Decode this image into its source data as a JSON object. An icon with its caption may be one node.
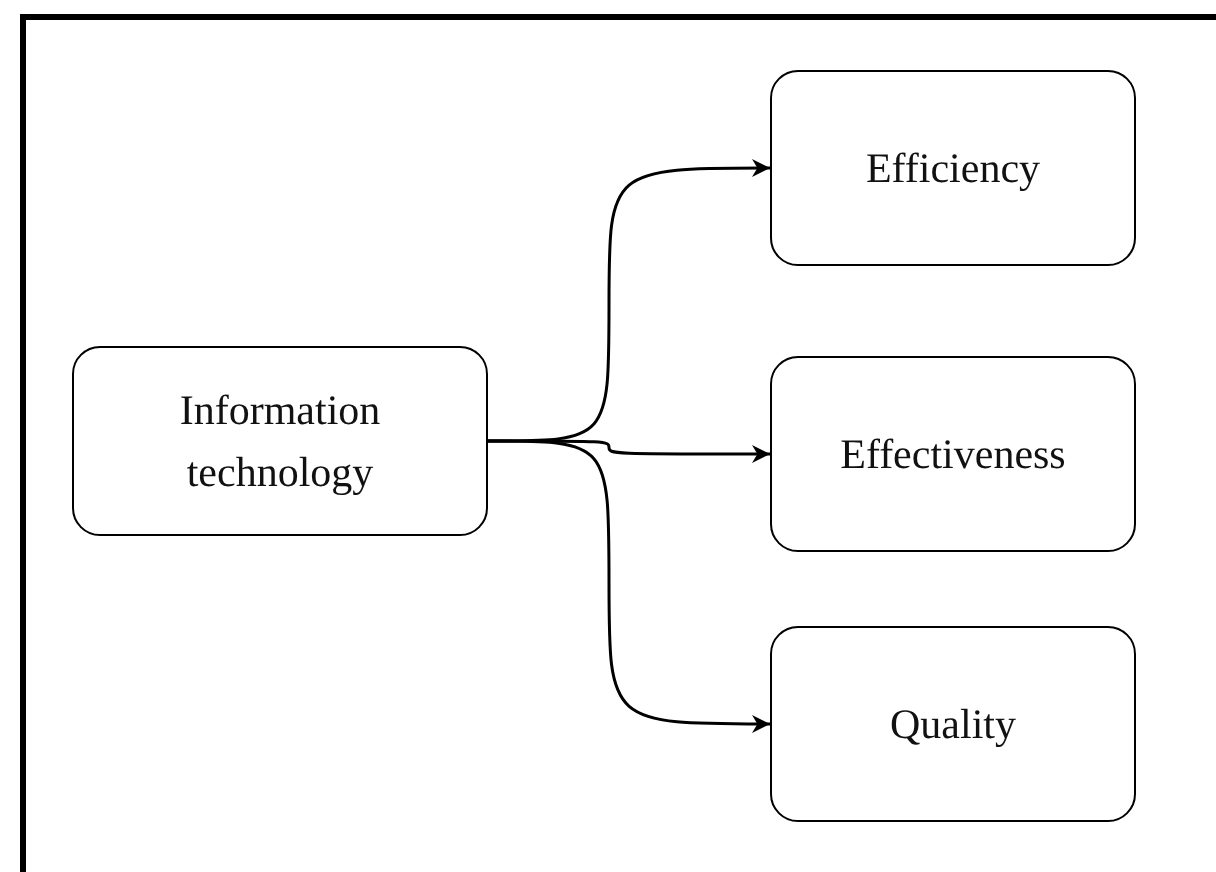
{
  "diagram": {
    "nodes": [
      {
        "text": [
          "Information technology"
        ]
      },
      {
        "text": [
          "Efficiency"
        ]
      },
      {
        "text": [
          "Effectiveness"
        ]
      },
      {
        "text": [
          "Quality"
        ]
      }
    ],
    "edges": [
      {
        "from": 0,
        "to": 1,
        "arrow": "to"
      },
      {
        "from": 0,
        "to": 2,
        "arrow": "to"
      },
      {
        "from": 0,
        "to": 3,
        "arrow": "to"
      }
    ]
  }
}
